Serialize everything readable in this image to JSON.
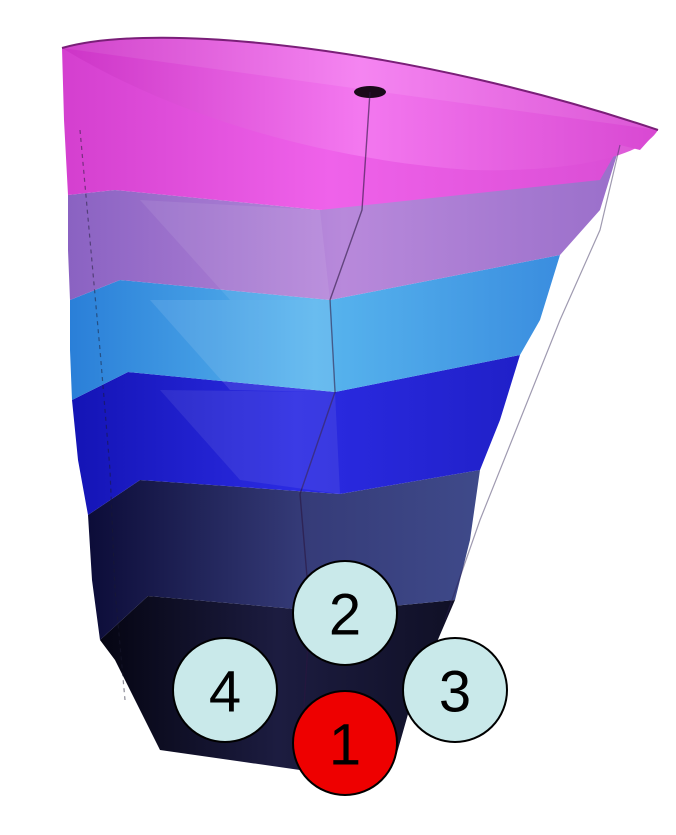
{
  "figure": {
    "description_colors": {
      "band_1_top": "#e44fe0",
      "band_2": "#a779d4",
      "band_3": "#3f9ee8",
      "band_4": "#2424d8",
      "band_5": "#2a2f66",
      "band_6_bottom": "#14142e",
      "background": "#ffffff"
    }
  },
  "markers": [
    {
      "label": "1",
      "color": "#ee0000",
      "highlighted": true
    },
    {
      "label": "2",
      "color": "#c9e9ea",
      "highlighted": false
    },
    {
      "label": "3",
      "color": "#c9e9ea",
      "highlighted": false
    },
    {
      "label": "4",
      "color": "#c9e9ea",
      "highlighted": false
    }
  ]
}
